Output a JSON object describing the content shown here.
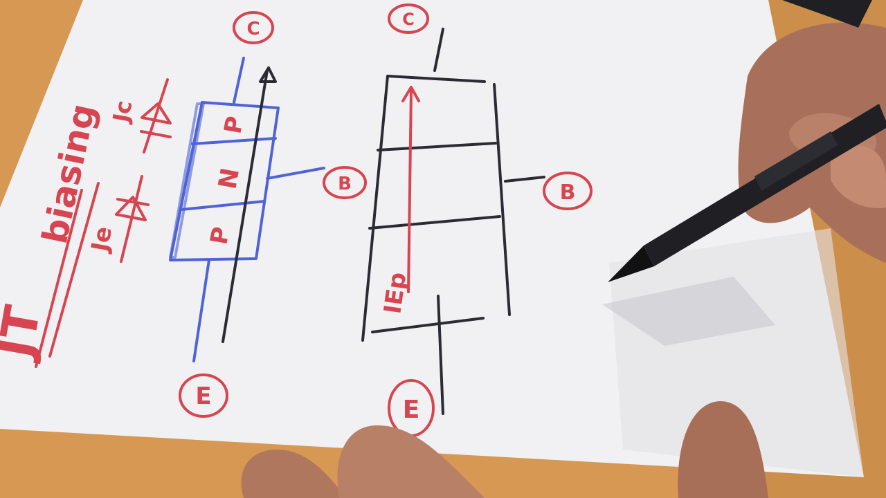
{
  "scene": {
    "colors": {
      "table": "#d79a55",
      "paper": "#f2f2f4",
      "red_ink": "#d64550",
      "blue_ink": "#4f63d6",
      "black_ink": "#2b2b33",
      "skin": "#b98062",
      "skin_shadow": "#8e5a42"
    }
  },
  "notes": {
    "title_fragment": "JT",
    "biasing": "biasing",
    "je": "Je",
    "jc": "Jc"
  },
  "left_diagram": {
    "collector": "C",
    "base": "B",
    "emitter": "E",
    "layer_top": "P",
    "layer_middle": "N",
    "layer_bottom": "P"
  },
  "right_diagram": {
    "collector": "C",
    "base": "B",
    "emitter": "E",
    "current_label": "IEp"
  }
}
